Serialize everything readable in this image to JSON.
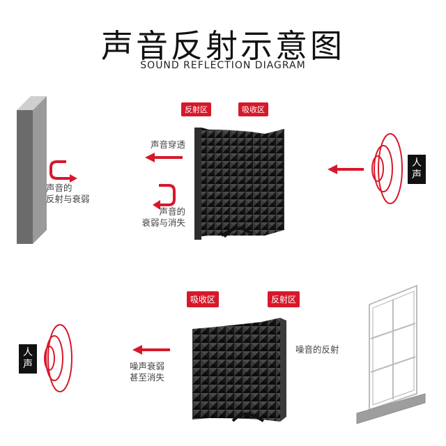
{
  "title": "声音反射示意图",
  "subtitle": "SOUND REFLECTION DIAGRAM",
  "top": {
    "tag_reflect": "反射区",
    "tag_absorb": "吸收区",
    "label_penetrate": "声音穿透",
    "label_wall": [
      "声音的",
      "反射与衰弱"
    ],
    "label_decay": [
      "声音的",
      "衰弱与消失"
    ],
    "voice": [
      "人",
      "声"
    ]
  },
  "bottom": {
    "tag_absorb": "吸收区",
    "tag_reflect": "反射区",
    "label_noise_reflect": "噪音的反射",
    "label_noise_decay": [
      "噪声衰弱",
      "甚至消失"
    ],
    "voice": [
      "人",
      "声"
    ]
  },
  "colors": {
    "accent_red": "#d7182a",
    "foam_dark": "#2a2a2a",
    "wall_gray": "#6e6e6e"
  }
}
